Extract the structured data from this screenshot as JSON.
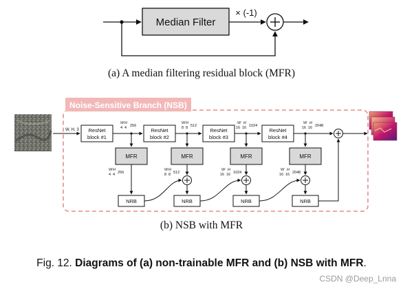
{
  "panel_a": {
    "median_filter_label": "Median Filter",
    "gain_label": "× (-1)",
    "caption": "(a) A median filtering residual block (MFR)"
  },
  "panel_b": {
    "branch_title": "Noise-Sensitive Branch (NSB)",
    "input_dims": "W, H, 3",
    "resnet_blocks": [
      {
        "line1": "ResNet",
        "line2": "block #1"
      },
      {
        "line1": "ResNet",
        "line2": "block #2"
      },
      {
        "line1": "ResNet",
        "line2": "block #3"
      },
      {
        "line1": "ResNet",
        "line2": "block #4"
      }
    ],
    "top_dims": [
      {
        "w": "W",
        "h": "H",
        "wd": "4",
        "hd": "4",
        "c": "256"
      },
      {
        "w": "W",
        "h": "H",
        "wd": "8",
        "hd": "8",
        "c": "512"
      },
      {
        "w": "W",
        "h": "H",
        "wd": "16",
        "hd": "16",
        "c": "1024"
      },
      {
        "w": "W",
        "h": "H",
        "wd": "16",
        "hd": "16",
        "c": "2048"
      }
    ],
    "mfr_label": "MFR",
    "nrb_label": "NRB",
    "mid_dims": [
      {
        "w": "W",
        "h": "H",
        "wd": "4",
        "hd": "4",
        "c": "256"
      },
      {
        "w": "W",
        "h": "H",
        "wd": "8",
        "hd": "8",
        "c": "512"
      },
      {
        "w": "W",
        "h": "H",
        "wd": "16",
        "hd": "16",
        "c": "1024"
      },
      {
        "w": "W",
        "h": "H",
        "wd": "16",
        "hd": "16",
        "c": "2048"
      }
    ],
    "caption": "(b) NSB with MFR"
  },
  "figure_caption": {
    "prefix": "Fig. 12. ",
    "bold": "Diagrams of (a) non-trainable MFR and (b) NSB with MFR",
    "suffix": "."
  },
  "watermark": "CSDN @Deep_Lnna",
  "colors": {
    "box_fill": "#d9d9d9",
    "branch_pink": "#e06a6a",
    "branch_title_bg": "#f2b8b8"
  }
}
